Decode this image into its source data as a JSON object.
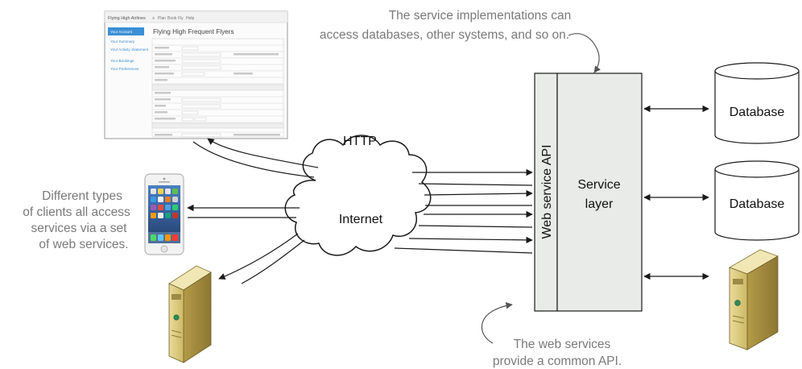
{
  "annotations": {
    "top_line1": "The service implementations can",
    "top_line2": "access databases, other systems, and so on.",
    "left_line1": "Different types",
    "left_line2": "of clients all access",
    "left_line3": "services via a set",
    "left_line4": "of web services.",
    "bottom_line1": "The web services",
    "bottom_line2": "provide a common API."
  },
  "labels": {
    "http": "HTTP",
    "internet": "Internet",
    "web_service_api": "Web service API",
    "service_line1": "Service",
    "service_line2": "layer",
    "database_1": "Database",
    "database_2": "Database"
  },
  "web_client": {
    "brand": "Flying High Airlines",
    "nav_top": [
      "Plan",
      "Book",
      "Fly",
      "Help"
    ],
    "title": "Flying High Frequent Flyers",
    "sidebar": [
      "Your Account",
      "Your Summary",
      "Your Activity Statement",
      "Your Bookings",
      "Your Preferences"
    ]
  },
  "colors": {
    "box_fill": "#e8ebe8",
    "line": "#1a1a1a",
    "annotation": "#7a7a7a",
    "browser_accent": "#3b8fd6"
  }
}
